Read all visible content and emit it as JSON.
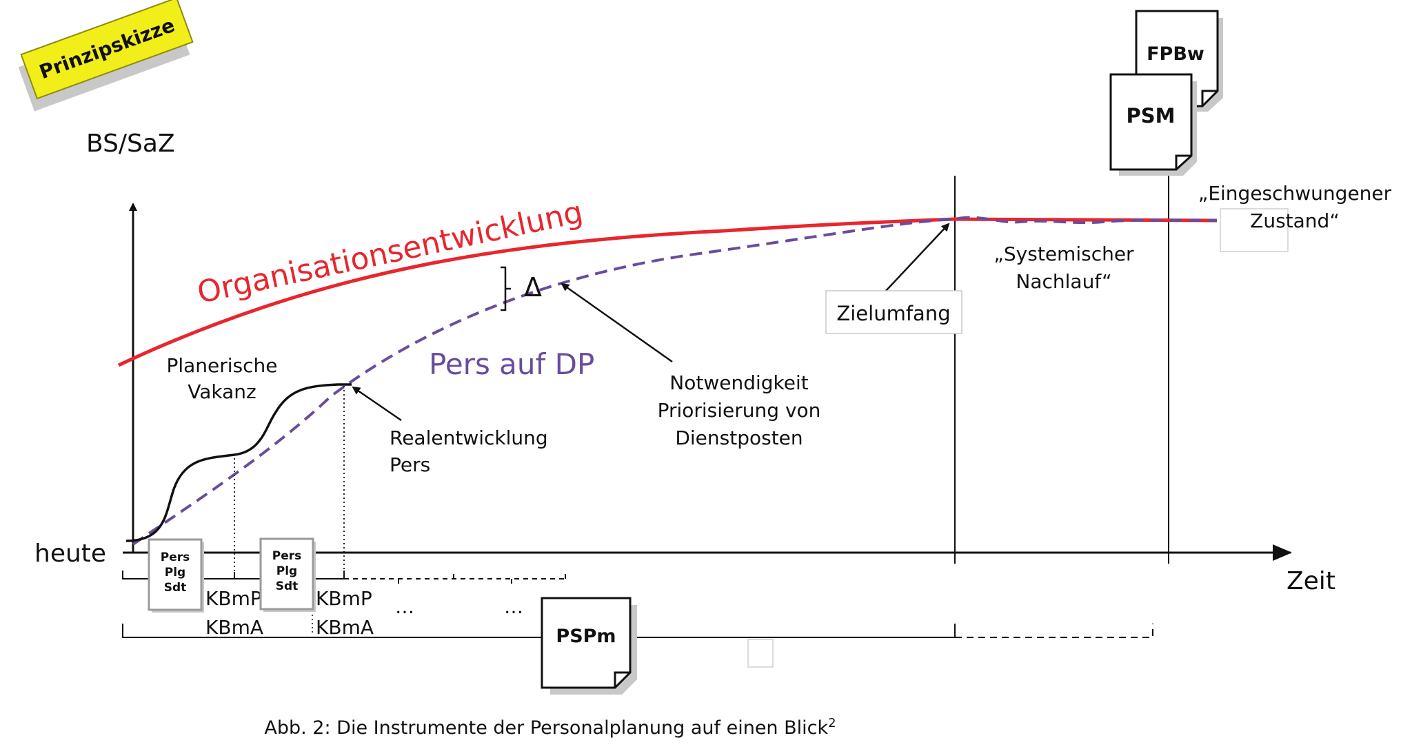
{
  "badge": {
    "label": "Prinzipskizze",
    "color": "#f2ee1a"
  },
  "axes": {
    "y_label": "BS/SaZ",
    "x_origin_label": "heute",
    "x_label": "Zeit"
  },
  "curves": {
    "org": {
      "label": "Organisationsentwicklung",
      "color": "#e8262d"
    },
    "pers": {
      "label": "Pers auf DP",
      "color": "#6a4c9c"
    },
    "real_color": "#111111"
  },
  "annotations": {
    "delta": "Δ",
    "vakanz": [
      "Planerische",
      "Vakanz"
    ],
    "realentwicklung": [
      "Realentwicklung",
      "Pers"
    ],
    "notwendigkeit": [
      "Notwendigkeit",
      "Priorisierung von",
      "Dienstposten"
    ],
    "zielumfang": "Zielumfang",
    "systemisch": [
      "„Systemischer",
      "Nachlauf“"
    ],
    "eingeschwungen": [
      "„Eingeschwungener",
      "Zustand“"
    ]
  },
  "documents": {
    "fpbw": "FPBw",
    "psm": "PSM",
    "pspm": "PSPm",
    "pers_plg_1": [
      "Pers",
      "Plg",
      "Sdt"
    ],
    "pers_plg_2": [
      "Pers",
      "Plg",
      "Sdt"
    ]
  },
  "timeline": {
    "kbmp_1": "KBmP",
    "kbma_1": "KBmA",
    "kbmp_2": "KBmP",
    "kbma_2": "KBmA",
    "ellipsis_1": "…",
    "ellipsis_2": "…"
  },
  "caption": {
    "text": "Abb. 2: Die Instrumente der Personalplanung auf einen Blick",
    "footnote": "2"
  }
}
